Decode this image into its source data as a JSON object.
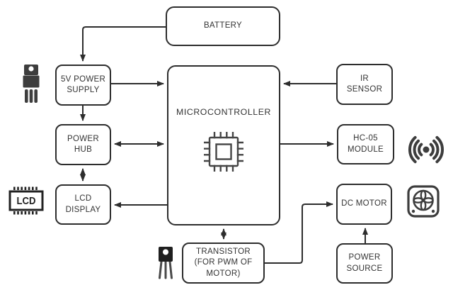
{
  "diagram": {
    "type": "block-diagram",
    "background": "#ffffff"
  },
  "blocks": {
    "battery": {
      "label": "BATTERY"
    },
    "power_supply_5v": {
      "label": "5V POWER\nSUPPLY"
    },
    "power_hub": {
      "label": "POWER\nHUB"
    },
    "lcd_display": {
      "label": "LCD\nDISPLAY"
    },
    "microcontroller": {
      "label": "MICROCONTROLLER"
    },
    "ir_sensor": {
      "label": "IR\nSENSOR"
    },
    "hc05_module": {
      "label": "HC-05\nMODULE"
    },
    "dc_motor": {
      "label": "DC MOTOR"
    },
    "power_source": {
      "label": "POWER\nSOURCE"
    },
    "transistor": {
      "label": "TRANSISTOR\n(FOR PWM OF\nMOTOR)"
    }
  },
  "icons": {
    "voltage_regulator": "voltage-regulator-package",
    "lcd_chip": "lcd-ic-chip",
    "lcd_chip_text": "LCD",
    "microcontroller_chip": "cpu-chip",
    "transistor_package": "transistor-package",
    "wireless_signal": "wireless-signal",
    "fan": "cooling-fan"
  },
  "connections": [
    {
      "from": "battery",
      "to": "power_supply_5v",
      "bidirectional": false
    },
    {
      "from": "power_supply_5v",
      "to": "microcontroller",
      "bidirectional": false
    },
    {
      "from": "power_supply_5v",
      "to": "power_hub",
      "bidirectional": false
    },
    {
      "from": "power_hub",
      "to": "microcontroller",
      "bidirectional": true
    },
    {
      "from": "power_hub",
      "to": "lcd_display",
      "bidirectional": true
    },
    {
      "from": "microcontroller",
      "to": "lcd_display",
      "bidirectional": false
    },
    {
      "from": "ir_sensor",
      "to": "microcontroller",
      "bidirectional": false
    },
    {
      "from": "microcontroller",
      "to": "hc05_module",
      "bidirectional": false
    },
    {
      "from": "microcontroller",
      "to": "transistor",
      "bidirectional": true
    },
    {
      "from": "transistor",
      "to": "dc_motor",
      "bidirectional": false
    },
    {
      "from": "power_source",
      "to": "dc_motor",
      "bidirectional": false
    }
  ],
  "colors": {
    "line": "#2d2d2d",
    "box_border": "#2d2d2d",
    "text": "#333333",
    "icon": "#3d3d3d",
    "background": "#ffffff"
  }
}
